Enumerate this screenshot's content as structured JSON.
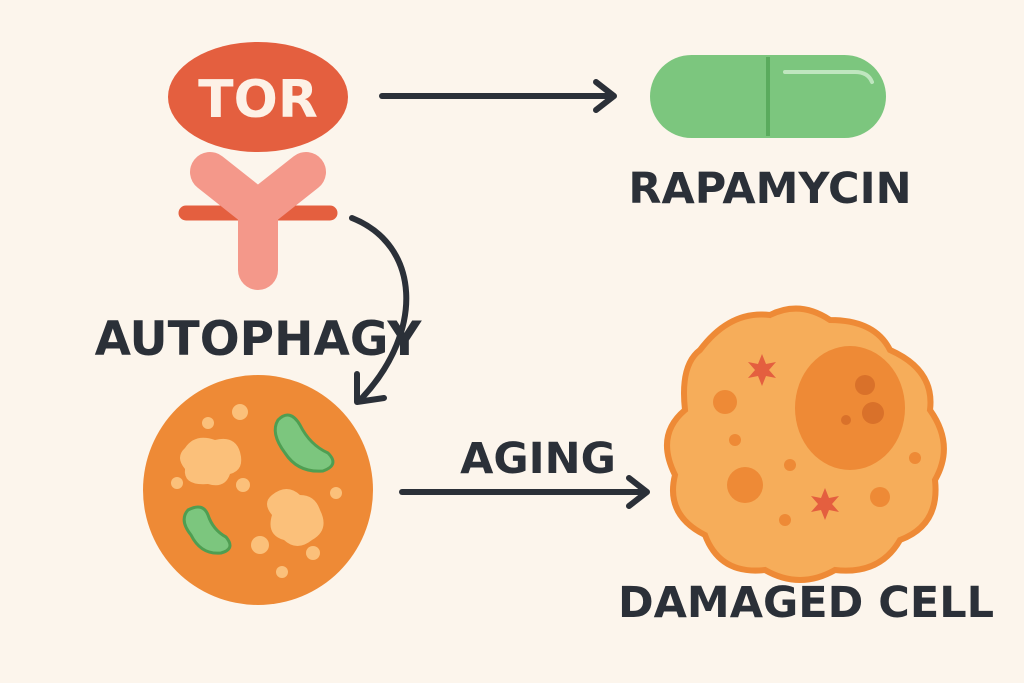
{
  "labels": {
    "tor": "TOR",
    "rapamycin": "RAPAMYCIN",
    "autophagy": "AUTOPHAGY",
    "aging": "AGING",
    "damaged_cell": "DAMAGED CELL"
  },
  "colors": {
    "background": "#fcf5ec",
    "tor": "#e45f3f",
    "receptor": "#f4988a",
    "pill": "#7cc67e",
    "cell": "#ee8a36",
    "damaged_cell": "#f6ad5a",
    "arrow": "#2b3038"
  }
}
